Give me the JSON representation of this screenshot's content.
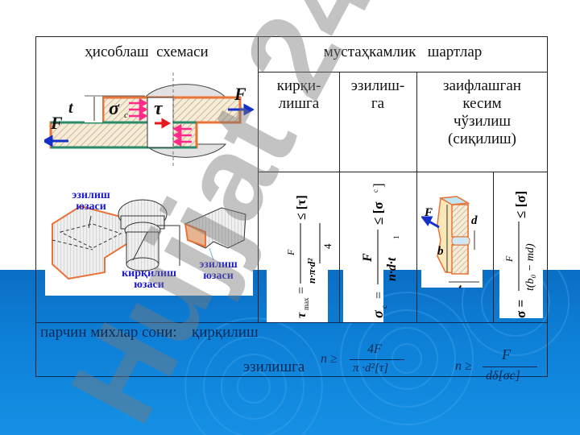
{
  "watermark": {
    "text": "Hujjat 24"
  },
  "table": {
    "col_scheme_header": "ҳисоблаш  схемаси",
    "col_strength_header": "мустаҳкамлик   шартлар",
    "sub_headers": [
      {
        "line1": "кирқи-",
        "line2": "лишга"
      },
      {
        "line1": "эзилиш-",
        "line2": "га"
      },
      {
        "line1": "заифлашган",
        "line2": "кесим",
        "line3": "чўзилиш",
        "line4": "(сиқилиш)"
      }
    ],
    "diagram_top": {
      "force_left": "F",
      "force_right": "F",
      "thickness": "t",
      "sigma_c": "σ",
      "sigma_sub": "c",
      "tau": "τ"
    },
    "diagram_bottom": {
      "label_crush_left": {
        "line1": "эзилиш",
        "line2": "юзаси"
      },
      "label_shear": {
        "line1": "кирқилиш",
        "line2": "юзаси"
      },
      "label_crush_right": {
        "line1": "эзилиш",
        "line2": "юзаси"
      }
    },
    "formulas": {
      "shear": "τmax = F / (n·π·d²/4) ≤ [τ]",
      "shear_lhs": "τ",
      "shear_lhs_sub": "max",
      "shear_num": "F",
      "shear_den": "n·π·d²",
      "shear_den2": "4",
      "shear_rhs": "≤ [τ]",
      "crush": "σc = F / (n·d·t1) ≤ [σc]",
      "crush_lhs": "σ",
      "crush_num": "F",
      "crush_den": "n·d·t",
      "crush_rhs": "≤ [σ",
      "tension": "σ = F / t(b0 − md) ≤ [σ]",
      "tension_lhs": "σ =",
      "tension_num": "F",
      "tension_den": "t(b₀ − md)",
      "tension_rhs": "≤ [σ]"
    },
    "plate_diagram": {
      "force": "F",
      "d": "d",
      "b": "b",
      "t": "t"
    }
  },
  "bottom": {
    "rivet_count_label": "парчин михлар сони:",
    "shear_label": "қирқилиш",
    "crush_label": "эзилишга",
    "formula1": {
      "lhs": "n ≥",
      "num": "4F",
      "den": "π ·d²[τ]"
    },
    "formula2": {
      "lhs": "n ≥",
      "num": "F",
      "den": "dδ[σc]"
    }
  },
  "colors": {
    "background_blue": "#0d7fd6",
    "watermark_violet": "#c9c2f4",
    "watermark_gray": "#9a9a9a",
    "label_blue": "#1a1acc",
    "force_arrow": "#1530c8",
    "stress_arrow": "#ff2a8a",
    "plate_outline": "#e8743a",
    "plate_green": "#2a8a6a"
  }
}
